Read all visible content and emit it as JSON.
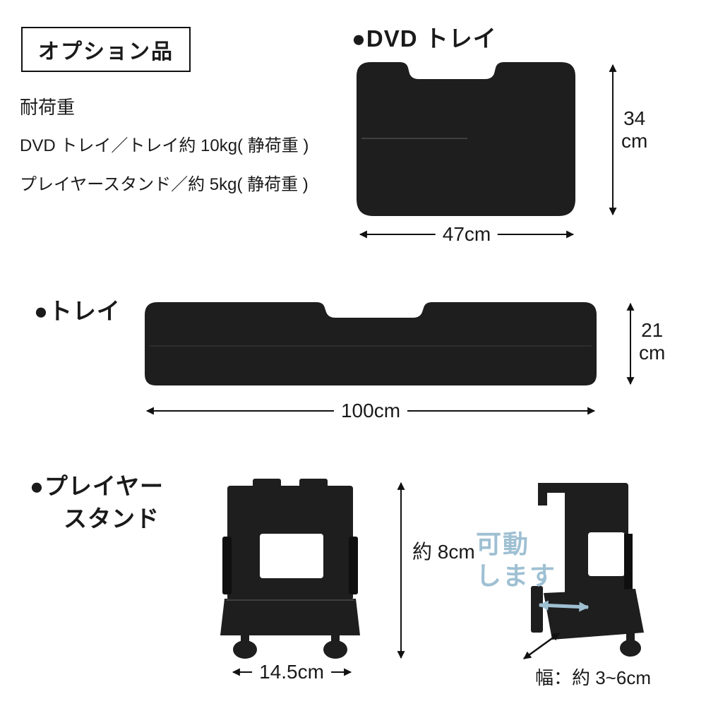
{
  "colors": {
    "product_black": "#1e1e1e",
    "accent_blue": "#9fc0d3",
    "text_black": "#1a1a1a"
  },
  "header": {
    "option_box_label": "オプション品",
    "load_capacity_title": "耐荷重",
    "load_capacity_dvd_tray": "DVD トレイ／トレイ約 10kg( 静荷重 )",
    "load_capacity_player_stand": "プレイヤースタンド／約 5kg( 静荷重 )"
  },
  "dvd_tray": {
    "label": "●DVD トレイ",
    "height_value": "34",
    "height_unit": "cm",
    "width": "47cm"
  },
  "tray": {
    "label": "●トレイ",
    "height_value": "21",
    "height_unit": "cm",
    "width": "100cm"
  },
  "player_stand": {
    "label_line1": "●プレイヤー",
    "label_line2": "スタンド",
    "height": "約 8cm",
    "width": "14.5cm",
    "movable_line1": "可動",
    "movable_line2": "します",
    "depth_width": "幅：約 3~6cm"
  }
}
